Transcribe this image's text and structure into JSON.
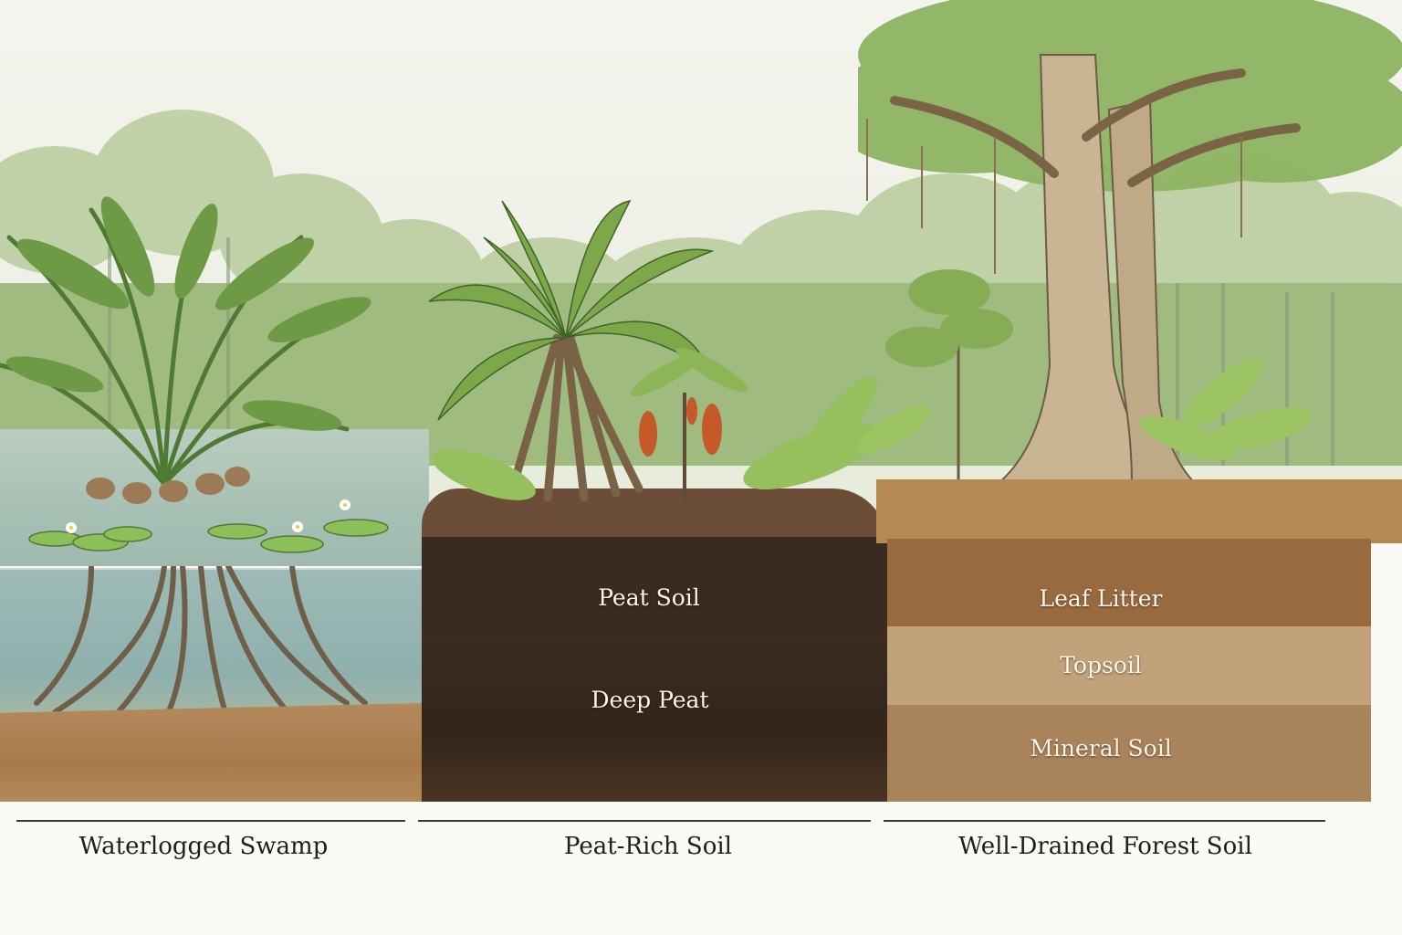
{
  "diagram": {
    "sections": [
      {
        "id": "swamp",
        "caption": "Waterlogged Swamp",
        "layers": []
      },
      {
        "id": "peat",
        "caption": "Peat-Rich Soil",
        "layers": [
          {
            "label": "Peat Soil"
          },
          {
            "label": "Deep Peat"
          }
        ]
      },
      {
        "id": "forest",
        "caption": "Well-Drained Forest Soil",
        "layers": [
          {
            "label": "Leaf Litter"
          },
          {
            "label": "Topsoil"
          },
          {
            "label": "Mineral Soil"
          }
        ]
      }
    ],
    "colors": {
      "water": "#a7c0b4",
      "peat_soil": "#3a2a1f",
      "deep_peat": "#33251b",
      "leaf_litter": "#9a6a3f",
      "topsoil": "#c2a27a",
      "mineral_soil": "#a98359",
      "foliage": "#7fa35a"
    }
  }
}
